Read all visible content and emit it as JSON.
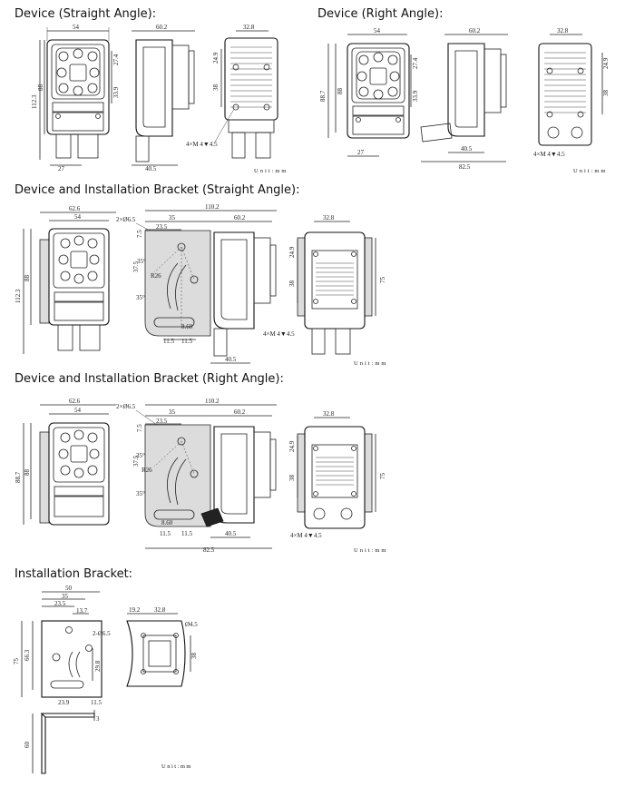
{
  "sections": {
    "straight": "Device (Straight Angle):",
    "right": "Device (Right Angle):",
    "bracket_straight": "Device and Installation Bracket (Straight Angle):",
    "bracket_right": "Device and Installation Bracket (Right Angle):",
    "bracket": "Installation Bracket:"
  },
  "units": {
    "mm_spaced": "Unit:mm",
    "mm_bracket": "Unit:mm"
  },
  "dims": {
    "d54": "54",
    "d60_2": "60.2",
    "d32_8": "32.8",
    "d27_4": "27.4",
    "d33_9": "33.9",
    "d112_3": "112.3",
    "d88": "88",
    "d24_9": "24.9",
    "d38": "38",
    "d27": "27",
    "d40_5": "40.5",
    "m4": "4×M 4▼4.5",
    "d88_7": "88.7",
    "d82_5": "82.5",
    "d62_6": "62.6",
    "d110_2": "110.2",
    "d35": "35",
    "d23_5": "23.5",
    "d7_5": "7.5",
    "d37_5": "37.5",
    "r26": "R26",
    "a35": "35°",
    "d8_60": "8.60",
    "d11_5": "11.5",
    "hole2": "2×Ø6.5",
    "d75": "75",
    "d50": "50",
    "d13_7": "13.7",
    "hole2b": "2-Ø6.5",
    "d66_3": "66.3",
    "d29_8": "29.8",
    "d23_9": "23.9",
    "d19_2": "19.2",
    "d4_5": "Ø4.5",
    "d60": "60",
    "d3": "3"
  }
}
